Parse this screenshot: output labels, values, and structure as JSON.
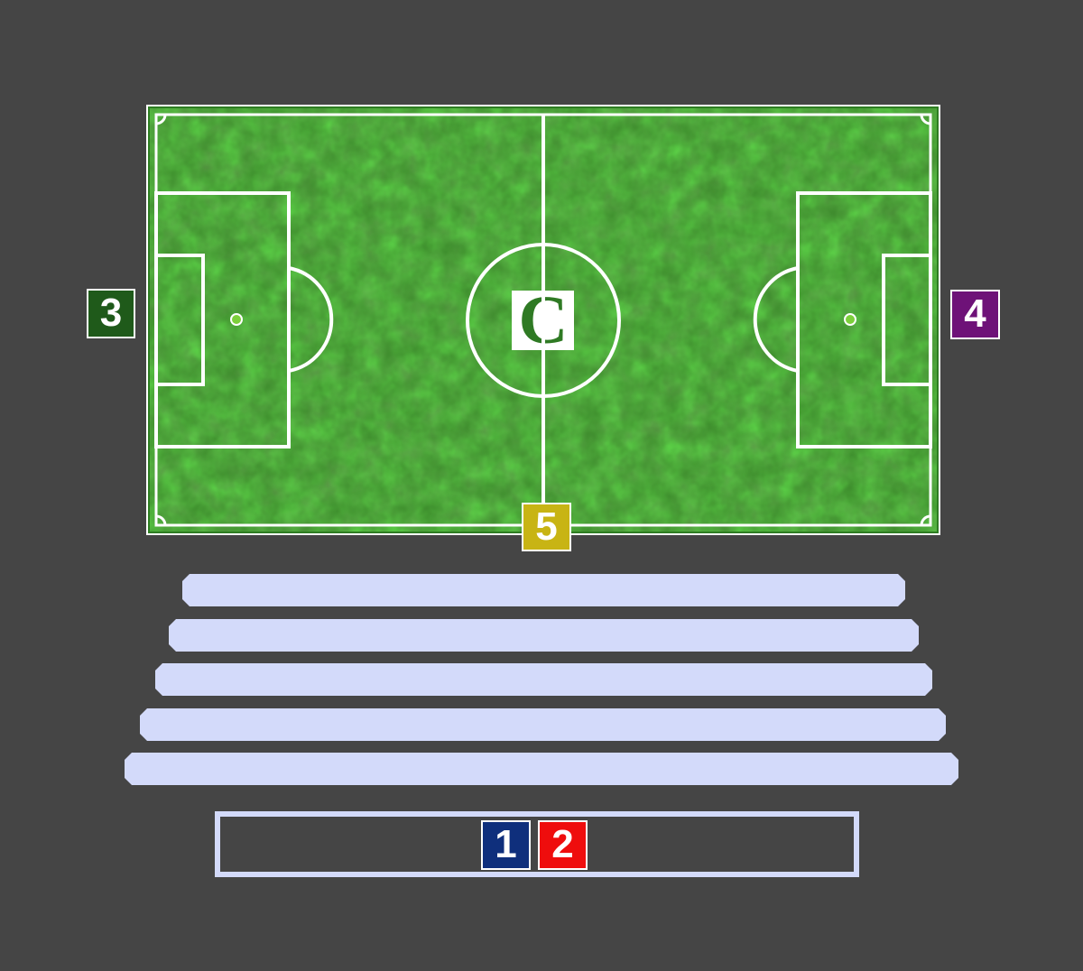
{
  "pitch": {
    "logo_letter": "C",
    "colors": {
      "grass": "#3d8a2c",
      "grass_dark": "#2a6d1f",
      "lines": "#ffffff",
      "spot": "#7ccf3b"
    }
  },
  "markers": {
    "m1": {
      "label": "1",
      "color": "#0f2f7c"
    },
    "m2": {
      "label": "2",
      "color": "#ef0d0d"
    },
    "m3": {
      "label": "3",
      "color": "#1f5a1a"
    },
    "m4": {
      "label": "4",
      "color": "#6e1278"
    },
    "m5": {
      "label": "5",
      "color": "#c8b414"
    }
  },
  "stands": {
    "rows": 5,
    "color": "#d3dafa"
  },
  "background": "#454545"
}
